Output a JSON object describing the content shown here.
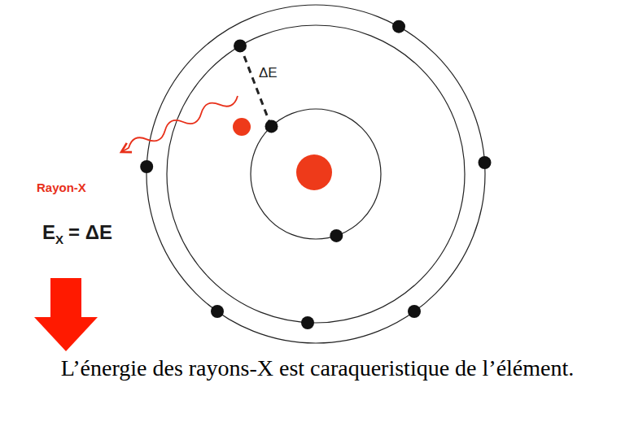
{
  "diagram": {
    "caption": "L’énergie des rayons-X est caraqueristique de l’élément.",
    "labels": [
      "ΔE",
      "Rayon-X",
      "E",
      "X",
      "= ΔE"
    ]
  }
}
